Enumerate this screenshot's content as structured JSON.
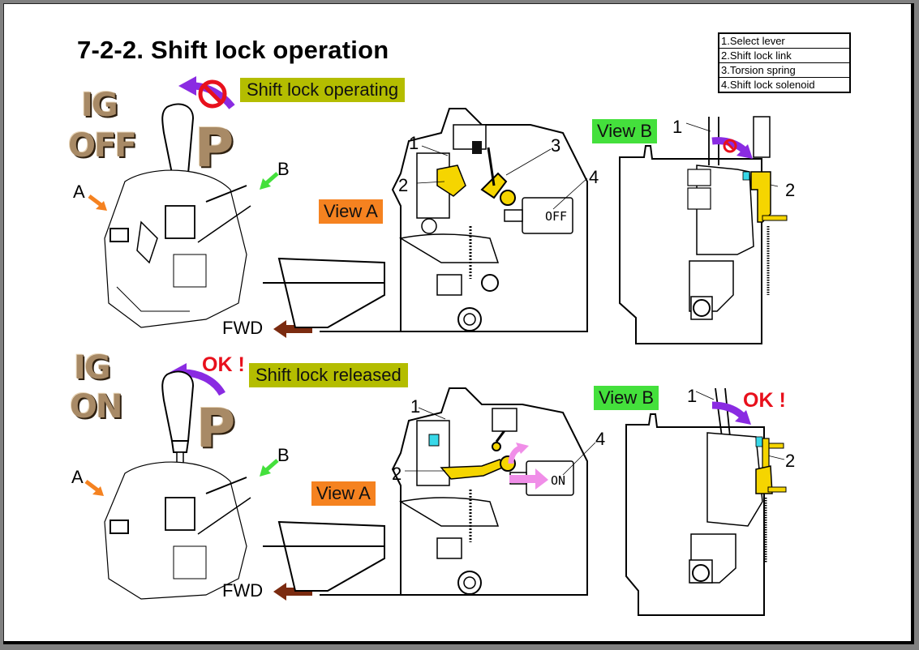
{
  "title": "7-2-2. Shift lock operation",
  "legend": {
    "items": [
      "1.Select lever",
      "2.Shift lock link",
      "3.Torsion spring",
      "4.Shift lock solenoid"
    ]
  },
  "colors": {
    "banner": "#b4bd00",
    "view_a": "#f58220",
    "view_b": "#44e03c",
    "shift_lock_link": "#f5d500",
    "movement_arrow": "#8a2be2",
    "solenoid_arrow": "#f08ee8",
    "fwd_arrow": "#7b2b10",
    "prohibited": "#e8101c",
    "arrow_a": "#f58220",
    "arrow_b": "#44e03c"
  },
  "top": {
    "ig_label": "IG",
    "ig_state": "OFF",
    "gear": "P",
    "banner": "Shift lock operating",
    "status_icon": "prohibited",
    "view_a": "View A",
    "view_b": "View B",
    "pointer_a": "A",
    "pointer_b": "B",
    "fwd": "FWD",
    "callouts": [
      "1",
      "2",
      "3",
      "4"
    ],
    "view_b_callouts": [
      "1",
      "2"
    ],
    "solenoid_state": "OFF"
  },
  "bottom": {
    "ig_label": "IG",
    "ig_state": "ON",
    "gear": "P",
    "banner": "Shift lock released",
    "ok": "OK !",
    "view_a": "View A",
    "view_b": "View B",
    "pointer_a": "A",
    "pointer_b": "B",
    "fwd": "FWD",
    "callouts": [
      "1",
      "2",
      "4"
    ],
    "view_b_callouts": [
      "1",
      "2"
    ],
    "view_b_ok": "OK !",
    "solenoid_state": "ON"
  }
}
